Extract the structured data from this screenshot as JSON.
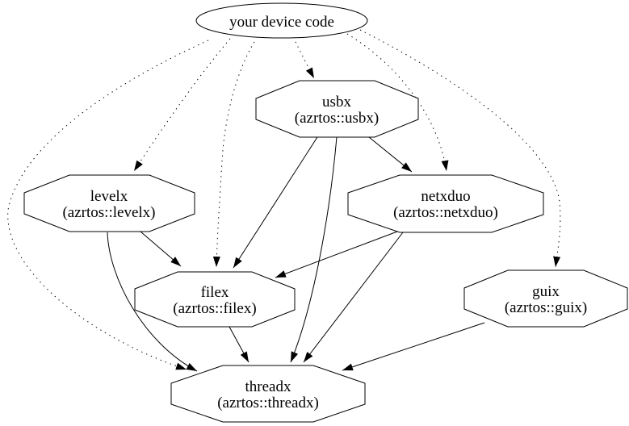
{
  "diagram": {
    "kind": "dependency-graph",
    "background_color": "#ffffff",
    "stroke_color": "#000000",
    "text_color": "#000000",
    "nodes": {
      "device": {
        "label": "your device code",
        "shape": "ellipse"
      },
      "usbx": {
        "label": "usbx",
        "sublabel": "(azrtos::usbx)",
        "shape": "octagon"
      },
      "levelx": {
        "label": "levelx",
        "sublabel": "(azrtos::levelx)",
        "shape": "octagon"
      },
      "netxduo": {
        "label": "netxduo",
        "sublabel": "(azrtos::netxduo)",
        "shape": "octagon"
      },
      "filex": {
        "label": "filex",
        "sublabel": "(azrtos::filex)",
        "shape": "octagon"
      },
      "guix": {
        "label": "guix",
        "sublabel": "(azrtos::guix)",
        "shape": "octagon"
      },
      "threadx": {
        "label": "threadx",
        "sublabel": "(azrtos::threadx)",
        "shape": "octagon"
      }
    },
    "edges": [
      {
        "from": "your device code",
        "to": "usbx",
        "style": "dotted"
      },
      {
        "from": "your device code",
        "to": "levelx",
        "style": "dotted"
      },
      {
        "from": "your device code",
        "to": "netxduo",
        "style": "dotted"
      },
      {
        "from": "your device code",
        "to": "filex",
        "style": "dotted"
      },
      {
        "from": "your device code",
        "to": "guix",
        "style": "dotted"
      },
      {
        "from": "your device code",
        "to": "threadx",
        "style": "dotted"
      },
      {
        "from": "usbx",
        "to": "netxduo",
        "style": "solid"
      },
      {
        "from": "usbx",
        "to": "filex",
        "style": "solid"
      },
      {
        "from": "usbx",
        "to": "threadx",
        "style": "solid"
      },
      {
        "from": "levelx",
        "to": "filex",
        "style": "solid"
      },
      {
        "from": "levelx",
        "to": "threadx",
        "style": "solid"
      },
      {
        "from": "netxduo",
        "to": "filex",
        "style": "solid"
      },
      {
        "from": "netxduo",
        "to": "threadx",
        "style": "solid"
      },
      {
        "from": "filex",
        "to": "threadx",
        "style": "solid"
      },
      {
        "from": "guix",
        "to": "threadx",
        "style": "solid"
      }
    ]
  }
}
